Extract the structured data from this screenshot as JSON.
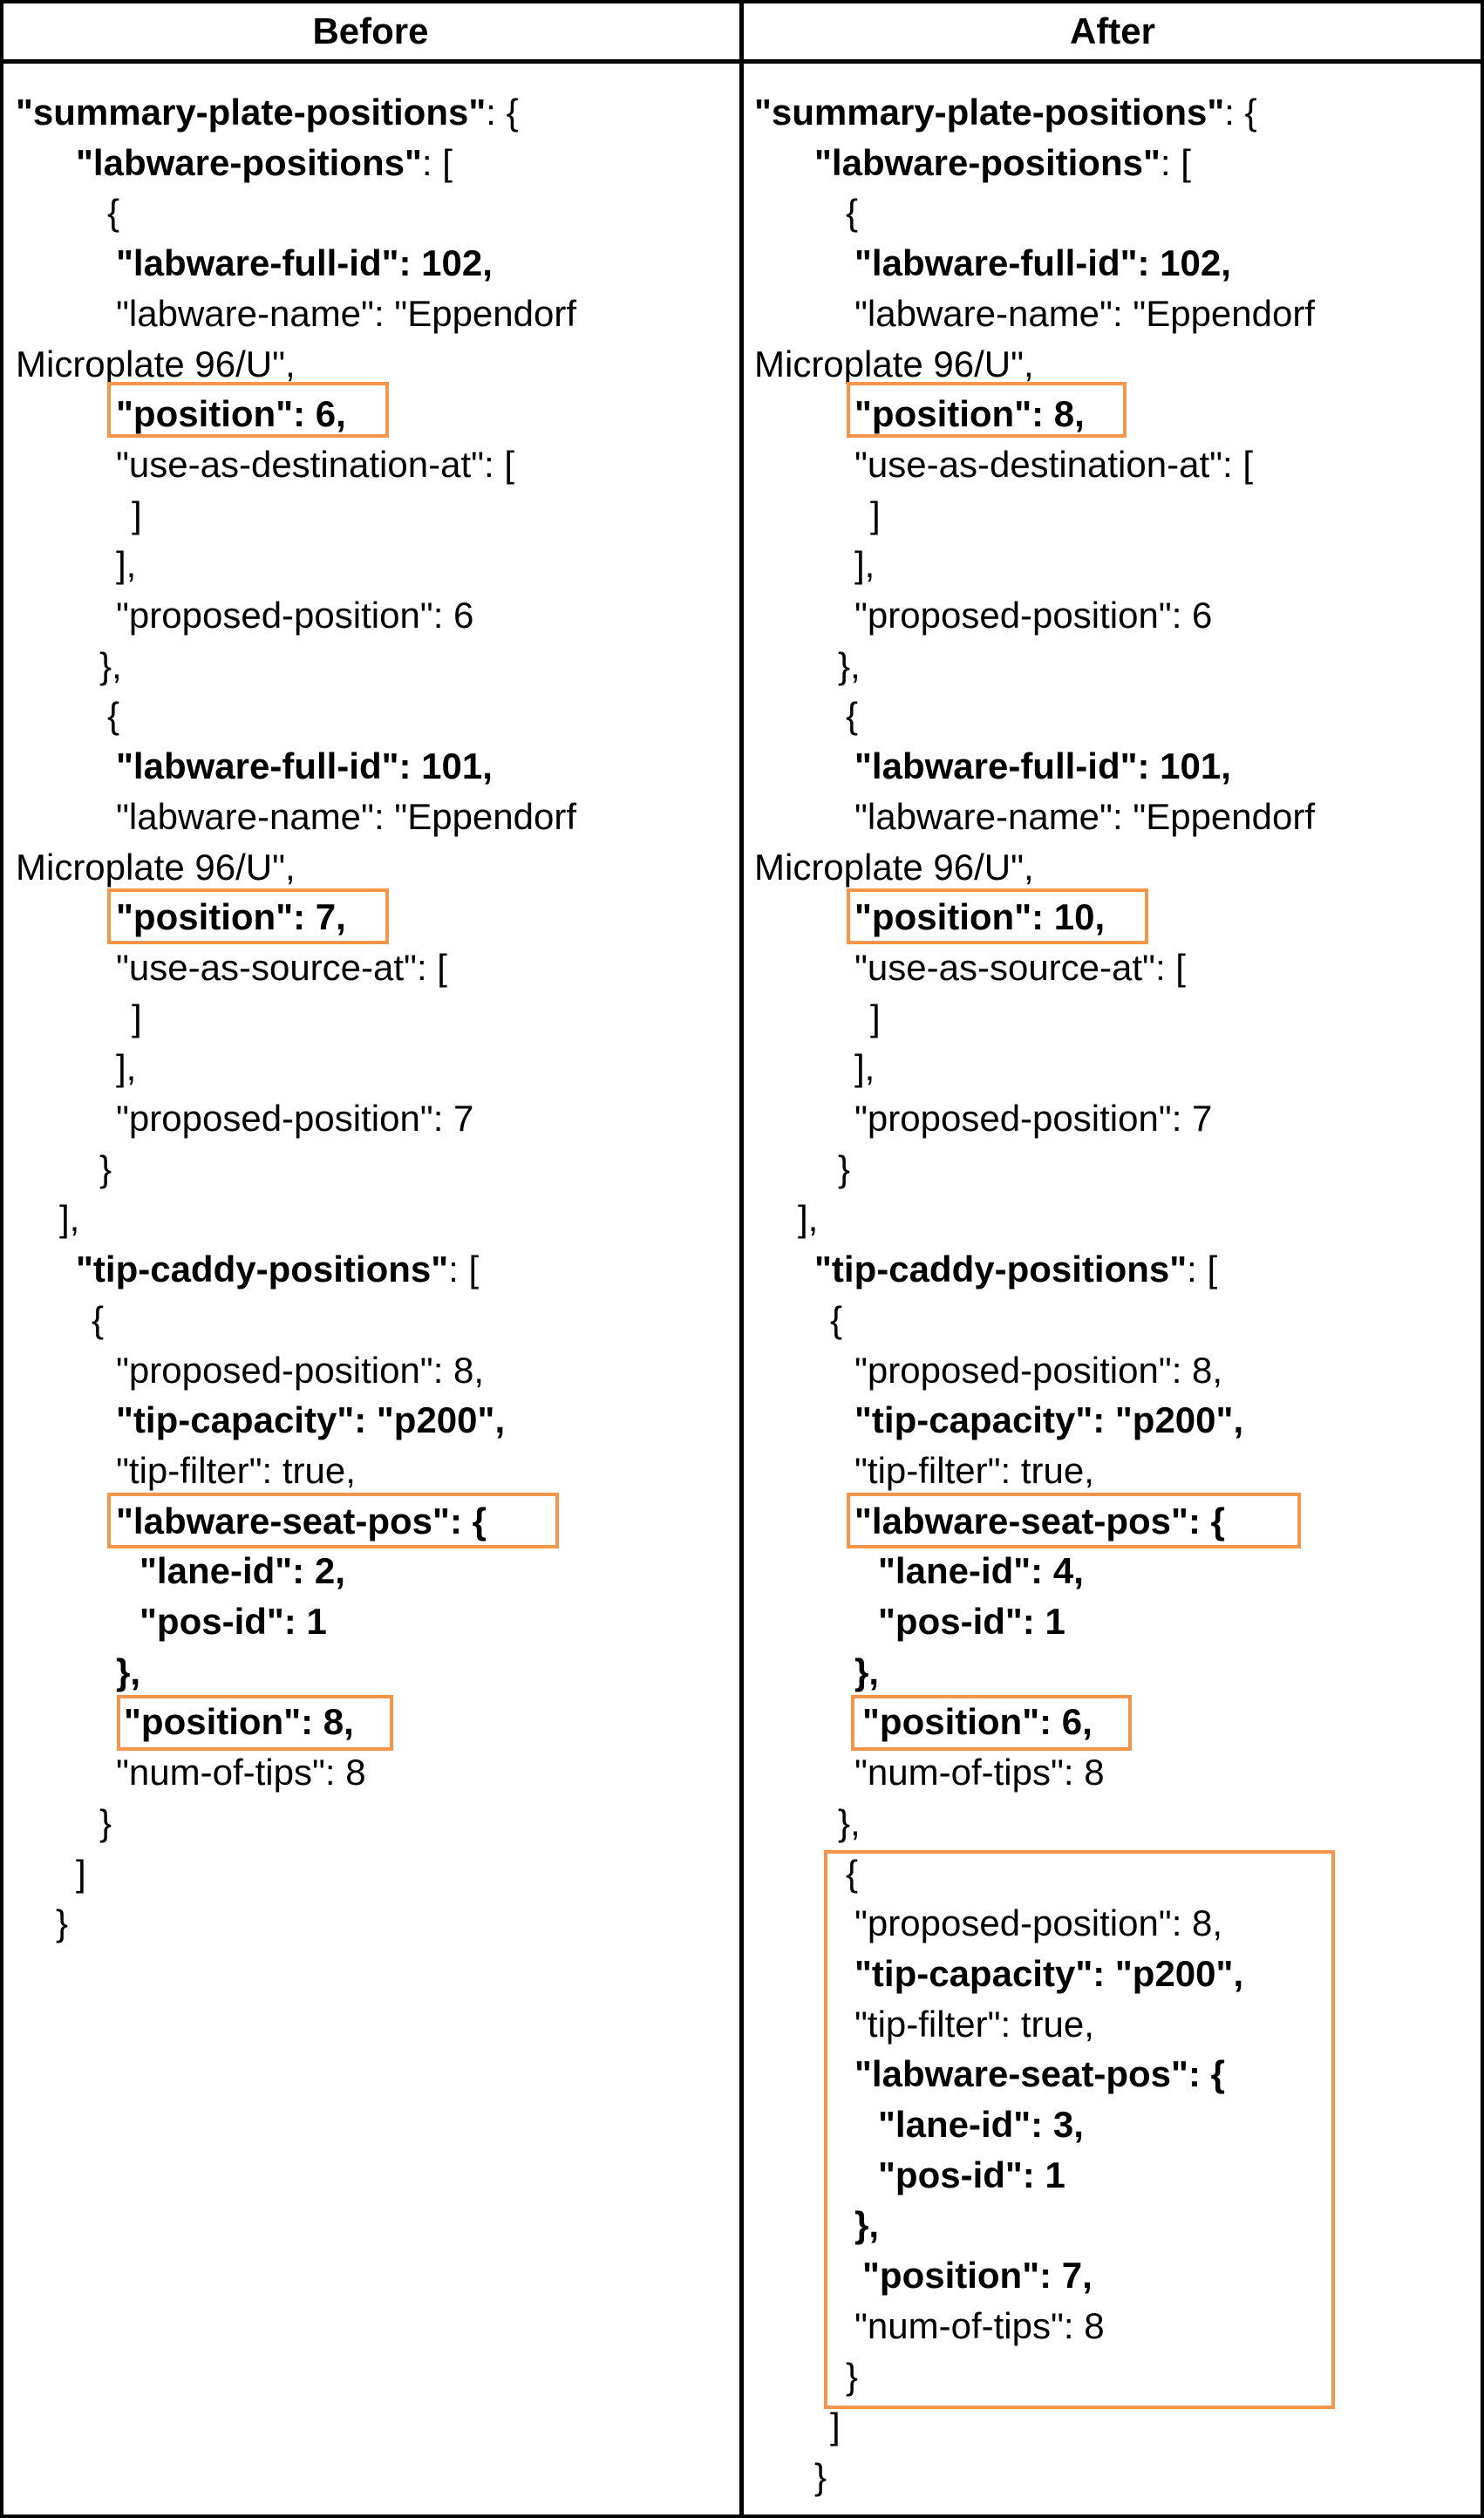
{
  "columns": [
    {
      "title": "Before",
      "lines": [
        [
          {
            "t": "\"summary-plate-positions\"",
            "b": true
          },
          {
            "t": ": {"
          }
        ],
        [
          {
            "t": "\"labware-positions\"",
            "b": true
          },
          {
            "t": ": ["
          }
        ],
        [
          {
            "t": "{"
          }
        ],
        [
          {
            "t": "\"labware-full-id\": 102,",
            "b": true
          }
        ],
        [
          {
            "t": "\"labware-name\": \"Eppendorf"
          }
        ],
        [
          {
            "t": "Microplate 96/U\","
          }
        ],
        [
          {
            "t": "\"position\": 6,",
            "b": true
          }
        ],
        [
          {
            "t": "\"use-as-destination-at\": ["
          }
        ],
        [
          {
            "t": "]"
          }
        ],
        [
          {
            "t": "],"
          }
        ],
        [
          {
            "t": "\"proposed-position\": 6"
          }
        ],
        [
          {
            "t": "},"
          }
        ],
        [
          {
            "t": "{"
          }
        ],
        [
          {
            "t": "\"labware-full-id\": 101,",
            "b": true
          }
        ],
        [
          {
            "t": "\"labware-name\": \"Eppendorf"
          }
        ],
        [
          {
            "t": "Microplate 96/U\","
          }
        ],
        [
          {
            "t": "\"position\": 7,",
            "b": true
          }
        ],
        [
          {
            "t": "\"use-as-source-at\": ["
          }
        ],
        [
          {
            "t": "]"
          }
        ],
        [
          {
            "t": "],"
          }
        ],
        [
          {
            "t": "\"proposed-position\": 7"
          }
        ],
        [
          {
            "t": "}"
          }
        ],
        [
          {
            "t": "],"
          }
        ],
        [
          {
            "t": "\"tip-caddy-positions\"",
            "b": true
          },
          {
            "t": ": ["
          }
        ],
        [
          {
            "t": "{"
          }
        ],
        [
          {
            "t": "\"proposed-position\": 8,"
          }
        ],
        [
          {
            "t": "\"tip-capacity\": \"p200\",",
            "b": true
          }
        ],
        [
          {
            "t": "\"tip-filter\": true,"
          }
        ],
        [
          {
            "t": "\"labware-seat-pos\": {",
            "b": true
          }
        ],
        [
          {
            "t": "\"lane-id\": 2,",
            "b": true
          }
        ],
        [
          {
            "t": "\"pos-id\": 1",
            "b": true
          }
        ],
        [
          {
            "t": "},",
            "b": true
          }
        ],
        [
          {
            "t": "\"position\": 8,",
            "b": true
          }
        ],
        [
          {
            "t": "\"num-of-tips\": 8"
          }
        ],
        [
          {
            "t": "}"
          }
        ],
        [
          {
            "t": "]"
          }
        ],
        [
          {
            "t": "}"
          }
        ]
      ]
    },
    {
      "title": "After",
      "lines": [
        [
          {
            "t": "\"summary-plate-positions\"",
            "b": true
          },
          {
            "t": ": {"
          }
        ],
        [
          {
            "t": "\"labware-positions\"",
            "b": true
          },
          {
            "t": ": ["
          }
        ],
        [
          {
            "t": "{"
          }
        ],
        [
          {
            "t": "\"labware-full-id\": 102,",
            "b": true
          }
        ],
        [
          {
            "t": "\"labware-name\": \"Eppendorf"
          }
        ],
        [
          {
            "t": "Microplate 96/U\","
          }
        ],
        [
          {
            "t": "\"position\": 8,",
            "b": true
          }
        ],
        [
          {
            "t": "\"use-as-destination-at\": ["
          }
        ],
        [
          {
            "t": "]"
          }
        ],
        [
          {
            "t": "],"
          }
        ],
        [
          {
            "t": "\"proposed-position\": 6"
          }
        ],
        [
          {
            "t": "},"
          }
        ],
        [
          {
            "t": "{"
          }
        ],
        [
          {
            "t": "\"labware-full-id\": 101,",
            "b": true
          }
        ],
        [
          {
            "t": "\"labware-name\": \"Eppendorf"
          }
        ],
        [
          {
            "t": "Microplate 96/U\","
          }
        ],
        [
          {
            "t": "\"position\": 10,",
            "b": true
          }
        ],
        [
          {
            "t": "\"use-as-source-at\": ["
          }
        ],
        [
          {
            "t": "]"
          }
        ],
        [
          {
            "t": "],"
          }
        ],
        [
          {
            "t": "\"proposed-position\": 7"
          }
        ],
        [
          {
            "t": "}"
          }
        ],
        [
          {
            "t": "],"
          }
        ],
        [
          {
            "t": "\"tip-caddy-positions\"",
            "b": true
          },
          {
            "t": ": ["
          }
        ],
        [
          {
            "t": "{"
          }
        ],
        [
          {
            "t": "\"proposed-position\": 8,"
          }
        ],
        [
          {
            "t": "\"tip-capacity\": \"p200\",",
            "b": true
          }
        ],
        [
          {
            "t": "\"tip-filter\": true,"
          }
        ],
        [
          {
            "t": "\"labware-seat-pos\": {",
            "b": true
          }
        ],
        [
          {
            "t": "\"lane-id\": 4,",
            "b": true
          }
        ],
        [
          {
            "t": "\"pos-id\": 1",
            "b": true
          }
        ],
        [
          {
            "t": "},",
            "b": true
          }
        ],
        [
          {
            "t": "\"position\": 6,",
            "b": true
          }
        ],
        [
          {
            "t": "\"num-of-tips\": 8"
          }
        ],
        [
          {
            "t": "},"
          }
        ],
        [
          {
            "t": "{"
          }
        ],
        [
          {
            "t": "\"proposed-position\": 8,"
          }
        ],
        [
          {
            "t": "\"tip-capacity\": \"p200\",",
            "b": true
          }
        ],
        [
          {
            "t": "\"tip-filter\": true,"
          }
        ],
        [
          {
            "t": "\"labware-seat-pos\": {",
            "b": true
          }
        ],
        [
          {
            "t": "\"lane-id\": 3,",
            "b": true
          }
        ],
        [
          {
            "t": "\"pos-id\": 1",
            "b": true
          }
        ],
        [
          {
            "t": "},",
            "b": true
          }
        ],
        [
          {
            "t": "\"position\": 7,",
            "b": true
          }
        ],
        [
          {
            "t": "\"num-of-tips\": 8"
          }
        ],
        [
          {
            "t": "}"
          }
        ],
        [
          {
            "t": "]"
          }
        ],
        [
          {
            "t": "}"
          }
        ]
      ]
    }
  ],
  "highlight_color": "#f4954a"
}
